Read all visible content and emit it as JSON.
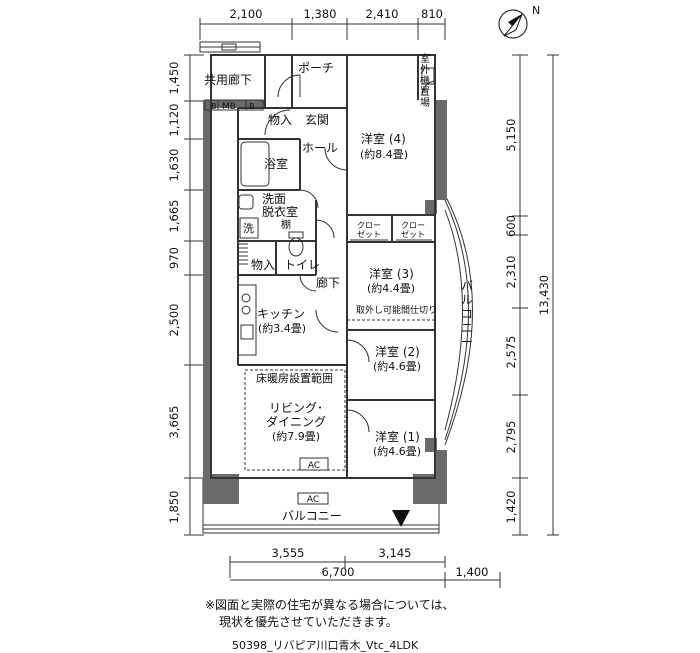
{
  "dimensions": {
    "top": [
      "2,100",
      "1,380",
      "2,410",
      "810"
    ],
    "left": [
      "1,450",
      "1,120",
      "1,630",
      "1,665",
      "970",
      "2,500",
      "3,665",
      "1,850"
    ],
    "right": [
      "5,150",
      "600",
      "2,310",
      "2,575",
      "2,795",
      "1,420"
    ],
    "right_total": "13,430",
    "bottom_segments": [
      "3,555",
      "3,145"
    ],
    "bottom_total": "6,700",
    "bottom_extra": "1,400"
  },
  "rooms": {
    "common_corridor": "共用廊下",
    "porch": "ポーチ",
    "outdoor_unit": "室外機置場",
    "mb": "MB",
    "b1": "B",
    "b2": "B",
    "storage_entry": "物入",
    "entrance": "玄関",
    "hall": "ホール",
    "bath": "浴室",
    "washroom_line1": "洗面",
    "washroom_line2": "脱衣室",
    "washer": "洗",
    "cabinet": "棚",
    "storage2": "物入",
    "toilet": "トイレ",
    "corridor": "廊下",
    "kitchen_name": "キッチン",
    "kitchen_size": "(約3.4畳)",
    "floor_heating": "床暖房設置範囲",
    "living_line1": "リビング･",
    "living_line2": "ダイニング",
    "living_size": "(約7.9畳)",
    "ac1": "AC",
    "ac2": "AC",
    "balcony_south": "バルコニー",
    "balcony_east": "バルコニー",
    "closet1": "クロー",
    "closet1b": "ゼット",
    "closet2": "クロー",
    "closet2b": "ゼット",
    "partition": "取外し可能間仕切り",
    "room4_name": "洋室 (4)",
    "room4_size": "(約8.4畳)",
    "room3_name": "洋室 (3)",
    "room3_size": "(約4.4畳)",
    "room2_name": "洋室 (2)",
    "room2_size": "(約4.6畳)",
    "room1_name": "洋室 (1)",
    "room1_size": "(約4.6畳)"
  },
  "compass": "N",
  "notes": {
    "line1": "※図面と実際の住宅が異なる場合については、",
    "line2": "現状を優先させていただきます。"
  },
  "code": "50398_リバピア川口青木_Vtc_4LDK"
}
